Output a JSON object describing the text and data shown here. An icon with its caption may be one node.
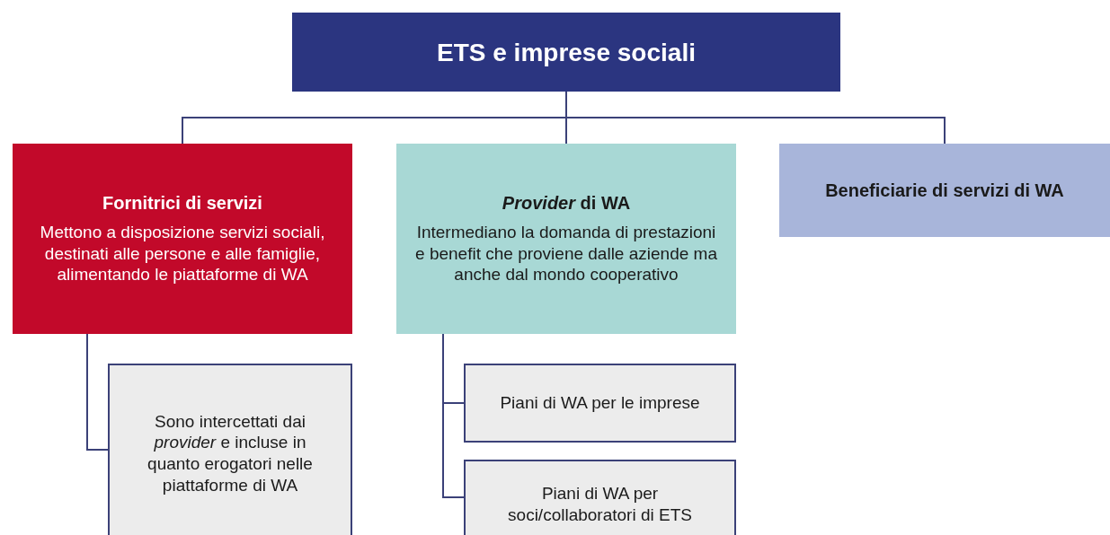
{
  "diagram": {
    "nodes": [
      {
        "text": [
          "ETS e imprese sociali"
        ]
      },
      {
        "text": [
          "Fornitrici di servizi",
          "Mettono a disposizione servizi sociali, destinati alle persone e alle famiglie, alimentando le piattaforme di WA"
        ]
      },
      {
        "text": [
          "*Provider* di WA",
          "Intermediano la domanda di prestazioni e benefit che proviene dalle aziende ma anche dal mondo cooperativo"
        ]
      },
      {
        "text": [
          "Beneficiarie di servizi di WA"
        ]
      },
      {
        "text": [
          "Sono intercettati dai *provider* e incluse in quanto erogatori nelle piattaforme di WA"
        ]
      },
      {
        "text": [
          "Piani di WA per le imprese"
        ]
      },
      {
        "text": [
          "Piani di WA per soci/collaboratori di ETS"
        ]
      }
    ],
    "edges": [
      {
        "from": 0,
        "to": 1,
        "arrow": "none"
      },
      {
        "from": 0,
        "to": 2,
        "arrow": "none"
      },
      {
        "from": 0,
        "to": 3,
        "arrow": "none"
      },
      {
        "from": 1,
        "to": 4,
        "arrow": "none"
      },
      {
        "from": 2,
        "to": 5,
        "arrow": "none"
      },
      {
        "from": 2,
        "to": 6,
        "arrow": "none"
      }
    ]
  }
}
